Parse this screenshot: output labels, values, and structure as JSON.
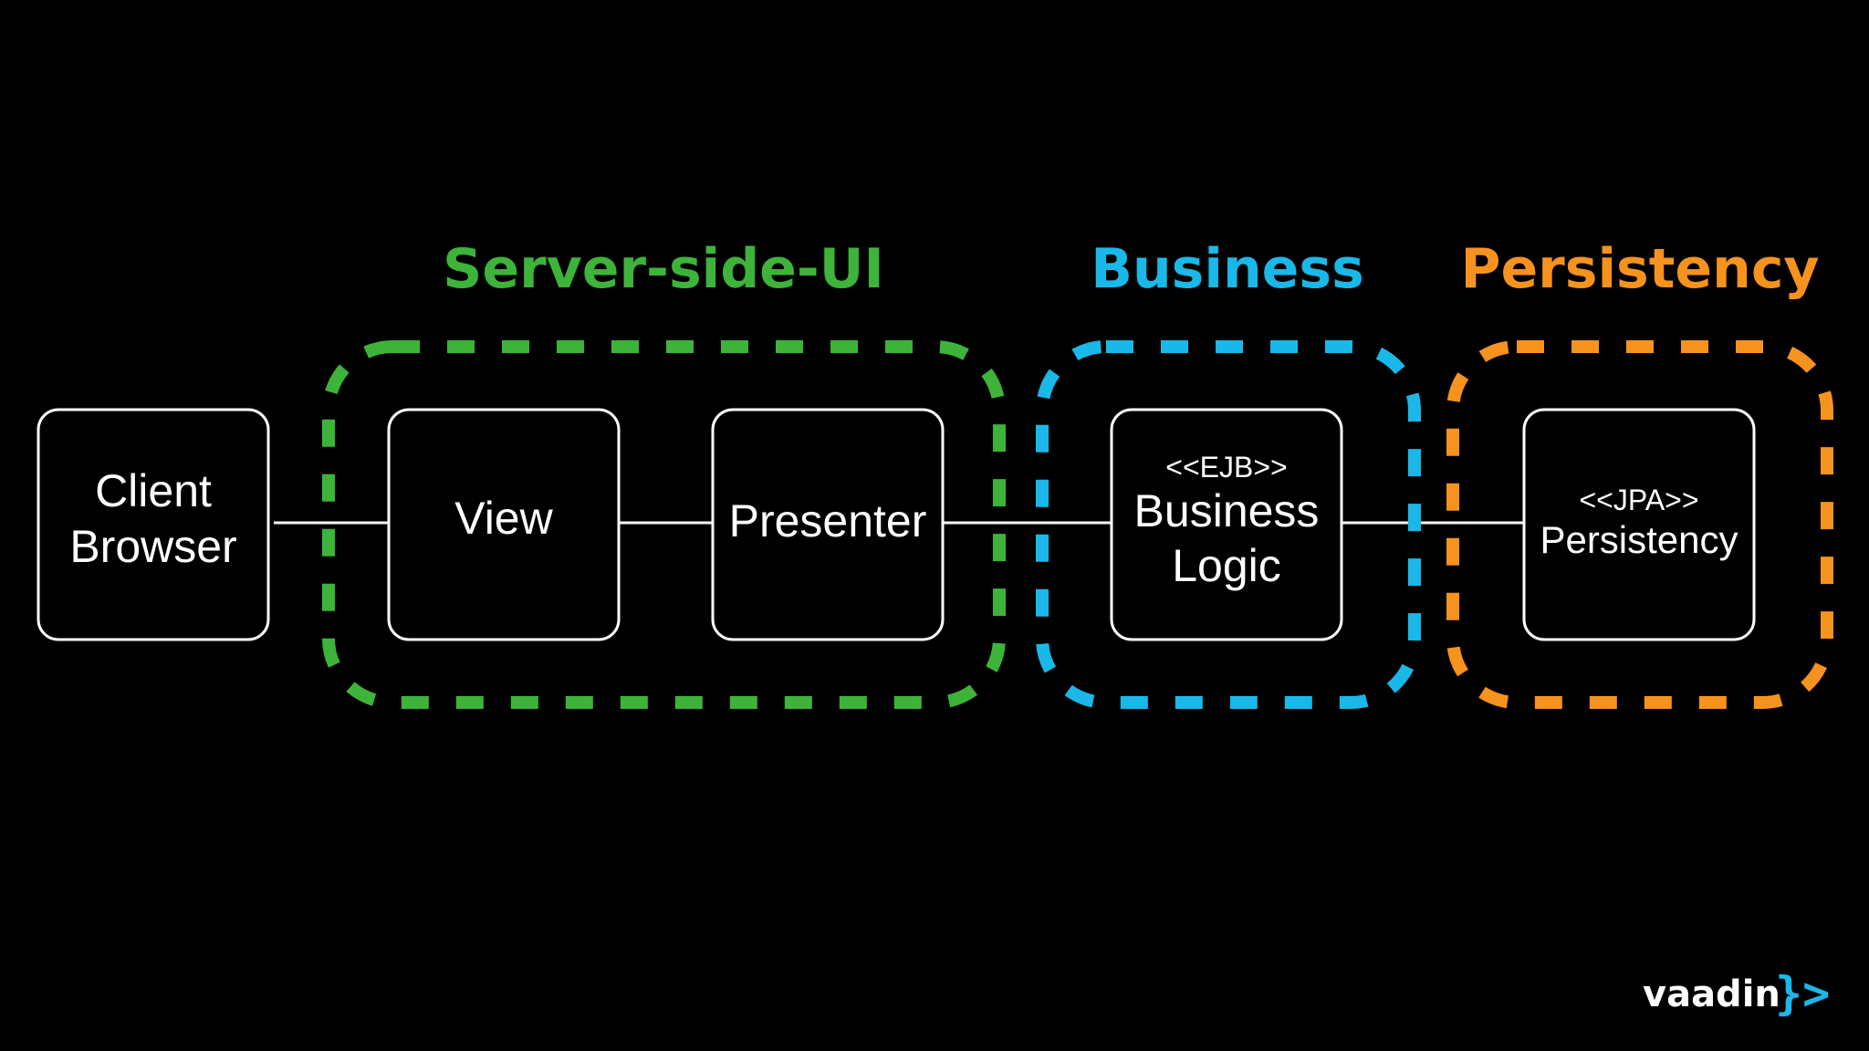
{
  "colors": {
    "background": "#000000",
    "box_stroke": "#ffffff",
    "server_side_ui": "#3db33a",
    "business": "#1ab8e8",
    "persistency": "#f6921e",
    "logo_accent": "#1ab8e8"
  },
  "groups": {
    "server_side_ui": {
      "title": "Server-side-UI"
    },
    "business": {
      "title": "Business"
    },
    "persistency": {
      "title": "Persistency"
    }
  },
  "boxes": {
    "client_browser": {
      "line1": "Client",
      "line2": "Browser"
    },
    "view": {
      "line1": "View"
    },
    "presenter": {
      "line1": "Presenter"
    },
    "business_logic": {
      "stereotype": "<<EJB>>",
      "line1": "Business",
      "line2": "Logic"
    },
    "persistency": {
      "stereotype": "<<JPA>>",
      "line1": "Persistency"
    }
  },
  "logo": {
    "text": "vaadin",
    "mark": "}>"
  }
}
